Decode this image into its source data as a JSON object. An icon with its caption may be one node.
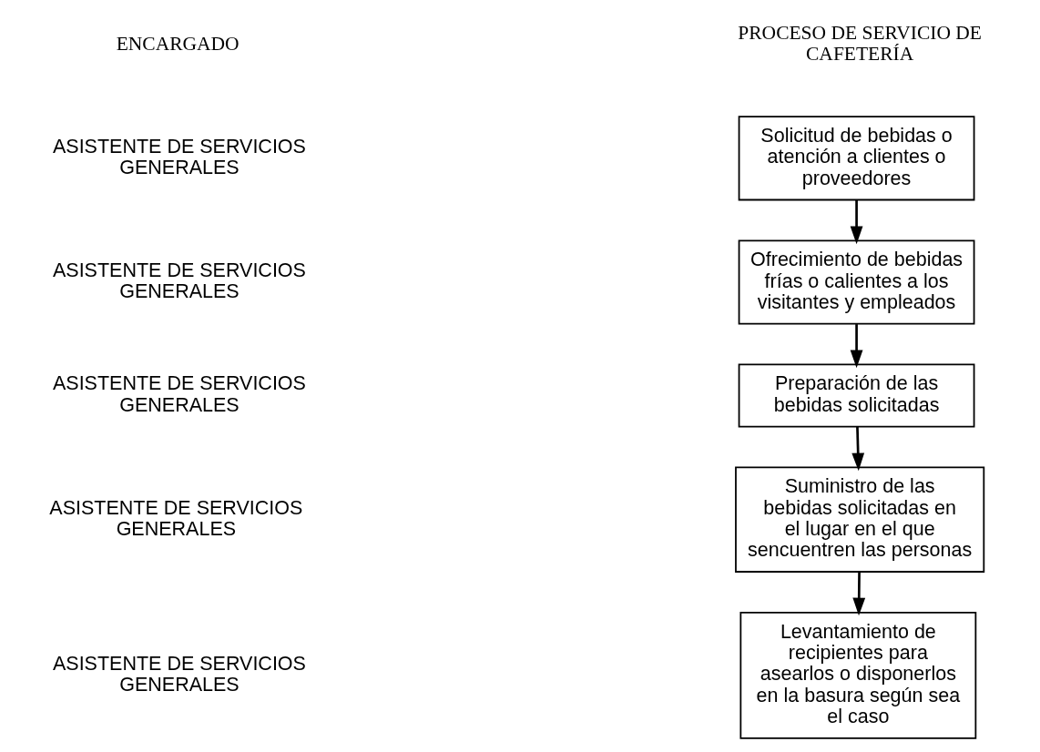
{
  "diagram": {
    "nodes": [
      {
        "text": [
          "Solicitud de bebidas o atención a clientes o proveedores"
        ]
      },
      {
        "text": [
          "Ofrecimiento de bebidas frías o calientes a los visitantes y empleados"
        ]
      },
      {
        "text": [
          "Preparación de las bebidas solicitadas"
        ]
      },
      {
        "text": [
          "Suministro de las bebidas solicitadas en el lugar en el que sencuentren las personas"
        ]
      },
      {
        "text": [
          "Levantamiento de recipientes para asearlos o disponerlos en la basura según sea el caso"
        ]
      }
    ],
    "edges": [
      {
        "from": 0,
        "to": 1,
        "arrow": "to"
      },
      {
        "from": 1,
        "to": 2,
        "arrow": "to"
      },
      {
        "from": 2,
        "to": 3,
        "arrow": "to"
      },
      {
        "from": 3,
        "to": 4,
        "arrow": "to"
      }
    ],
    "labels": [
      "ENCARGADO",
      "PROCESO DE SERVICIO DE CAFETERÍA",
      "ASISTENTE DE SERVICIOS GENERALES",
      "ASISTENTE DE SERVICIOS GENERALES",
      "ASISTENTE DE SERVICIOS GENERALES",
      "ASISTENTE DE SERVICIOS GENERALES",
      "ASISTENTE DE SERVICIOS GENERALES"
    ]
  }
}
